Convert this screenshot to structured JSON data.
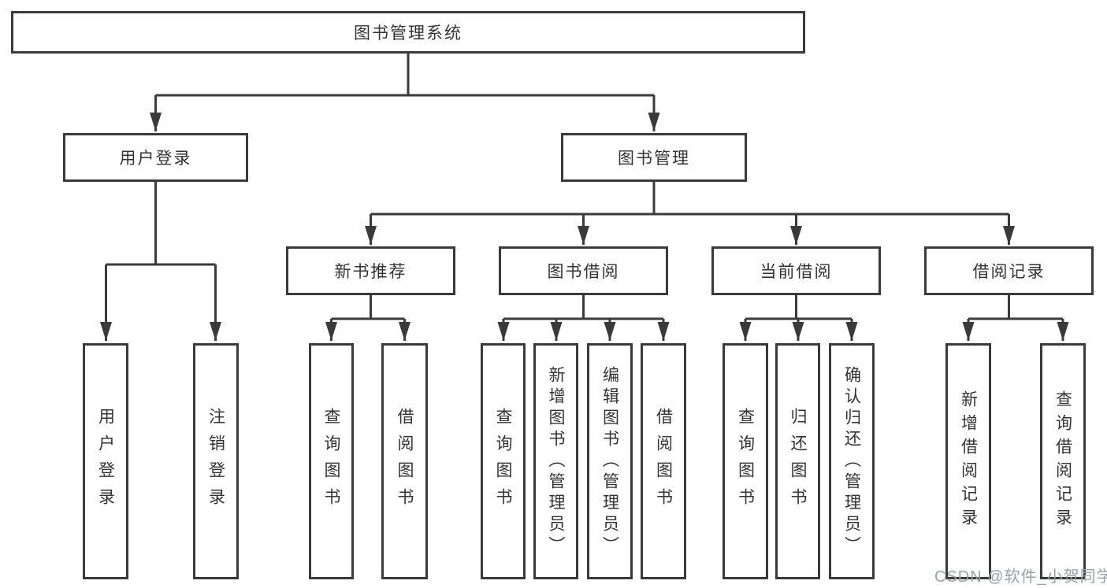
{
  "tree": {
    "root": "图书管理系统",
    "level2": [
      "用户登录",
      "图书管理"
    ],
    "level3": [
      "新书推荐",
      "图书借阅",
      "当前借阅",
      "借阅记录"
    ],
    "leaves": [
      "用户登录",
      "注销登录",
      "查询图书",
      "借阅图书",
      "查询图书",
      "新增图书（管理员）",
      "编辑图书（管理员）",
      "借阅图书",
      "查询图书",
      "归还图书",
      "确认归还（管理员）",
      "新增借阅记录",
      "查询借阅记录"
    ]
  },
  "watermark": "CSDN @软件_小贺同学",
  "colors": {
    "line": "#3a3a3a",
    "text": "#333333",
    "box_bg": "#ffffff",
    "watermark": "#9ba0a8"
  }
}
